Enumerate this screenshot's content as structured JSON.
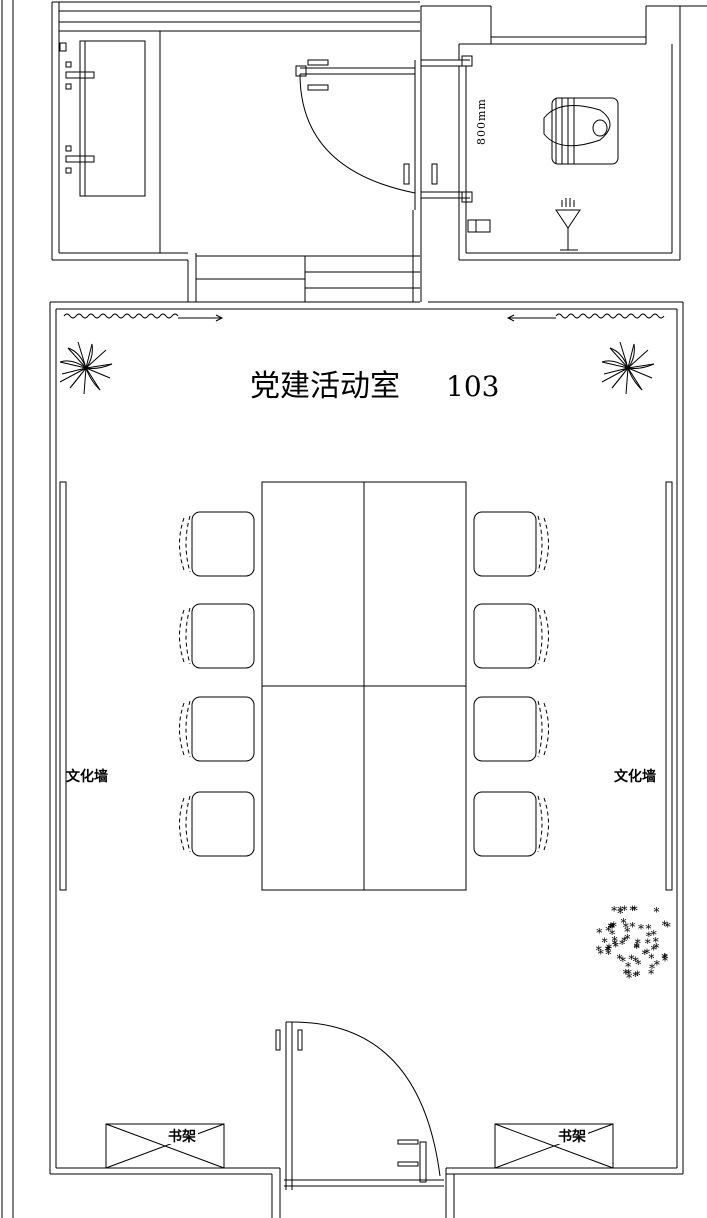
{
  "room": {
    "name": "党建活动室",
    "number": "103"
  },
  "labels": {
    "wall_left": "文化墙",
    "wall_right": "文化墙",
    "shelf_left": "书架",
    "shelf_right": "书架",
    "restroom_width": "800mm"
  },
  "furniture": {
    "table_panels": 4,
    "chairs_per_side": 4,
    "shelves": 2,
    "potted_plants": 3
  },
  "line_color": "#000000",
  "background": "#ffffff"
}
